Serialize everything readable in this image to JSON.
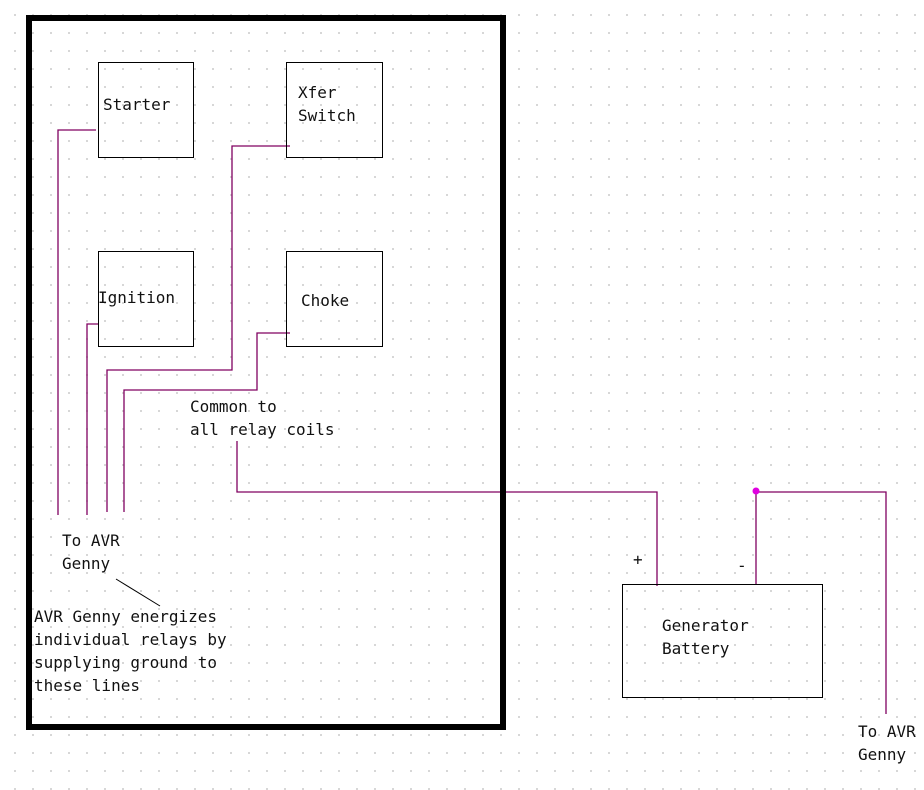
{
  "relays": {
    "starter": "Starter",
    "xfer_line1": "Xfer",
    "xfer_line2": "Switch",
    "ignition": "Ignition",
    "choke": "Choke"
  },
  "common_note": {
    "line1": "Common to",
    "line2": "all relay coils"
  },
  "avr_left": {
    "line1": "To AVR",
    "line2": "Genny"
  },
  "energize_note": {
    "line1": "AVR Genny energizes",
    "line2": "individual relays by",
    "line3": "supplying ground to",
    "line4": "these lines"
  },
  "battery": {
    "line1": "Generator",
    "line2": "Battery",
    "plus": "+",
    "minus": "-"
  },
  "avr_right": {
    "line1": "To AVR",
    "line2": "Genny"
  },
  "colors": {
    "wire": "#800060",
    "junction": "#e000e0",
    "outline": "#000000"
  }
}
